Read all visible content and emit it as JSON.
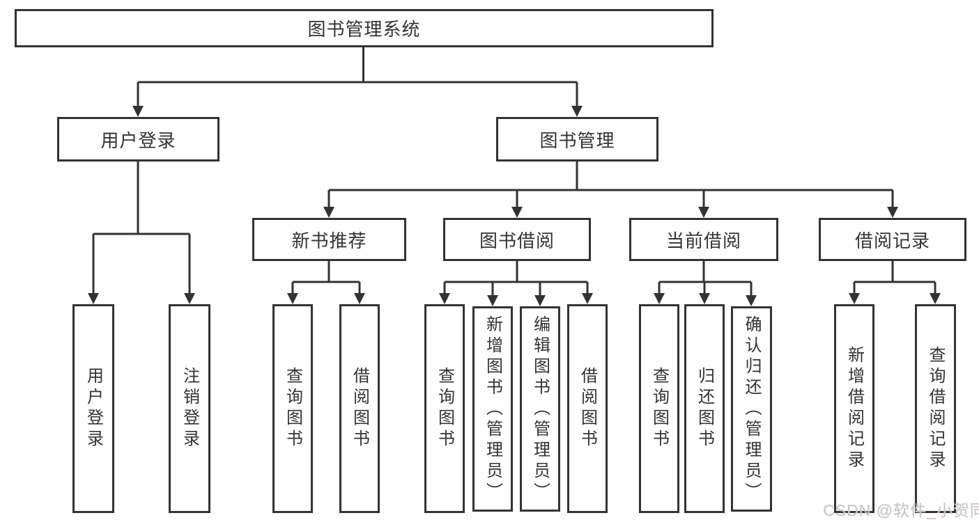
{
  "diagram": {
    "root": {
      "label": "图书管理系统"
    },
    "user_login": {
      "label": "用户登录",
      "children": [
        {
          "label": "用户登录"
        },
        {
          "label": "注销登录"
        }
      ]
    },
    "book_management": {
      "label": "图书管理",
      "sections": [
        {
          "label": "新书推荐",
          "children": [
            {
              "label": "查询图书"
            },
            {
              "label": "借阅图书"
            }
          ]
        },
        {
          "label": "图书借阅",
          "children": [
            {
              "label": "查询图书"
            },
            {
              "label": "新增图书（管理员）"
            },
            {
              "label": "编辑图书（管理员）"
            },
            {
              "label": "借阅图书"
            }
          ]
        },
        {
          "label": "当前借阅",
          "children": [
            {
              "label": "查询图书"
            },
            {
              "label": "归还图书"
            },
            {
              "label": "确认归还（管理员）"
            }
          ]
        },
        {
          "label": "借阅记录",
          "children": [
            {
              "label": "新增借阅记录"
            },
            {
              "label": "查询借阅记录"
            }
          ]
        }
      ]
    }
  },
  "watermark": {
    "text": "CSDN @软件_小贺同学"
  },
  "colors": {
    "line": "#333333",
    "text": "#333333",
    "background": "#ffffff",
    "watermark": "#c5c6c8"
  }
}
